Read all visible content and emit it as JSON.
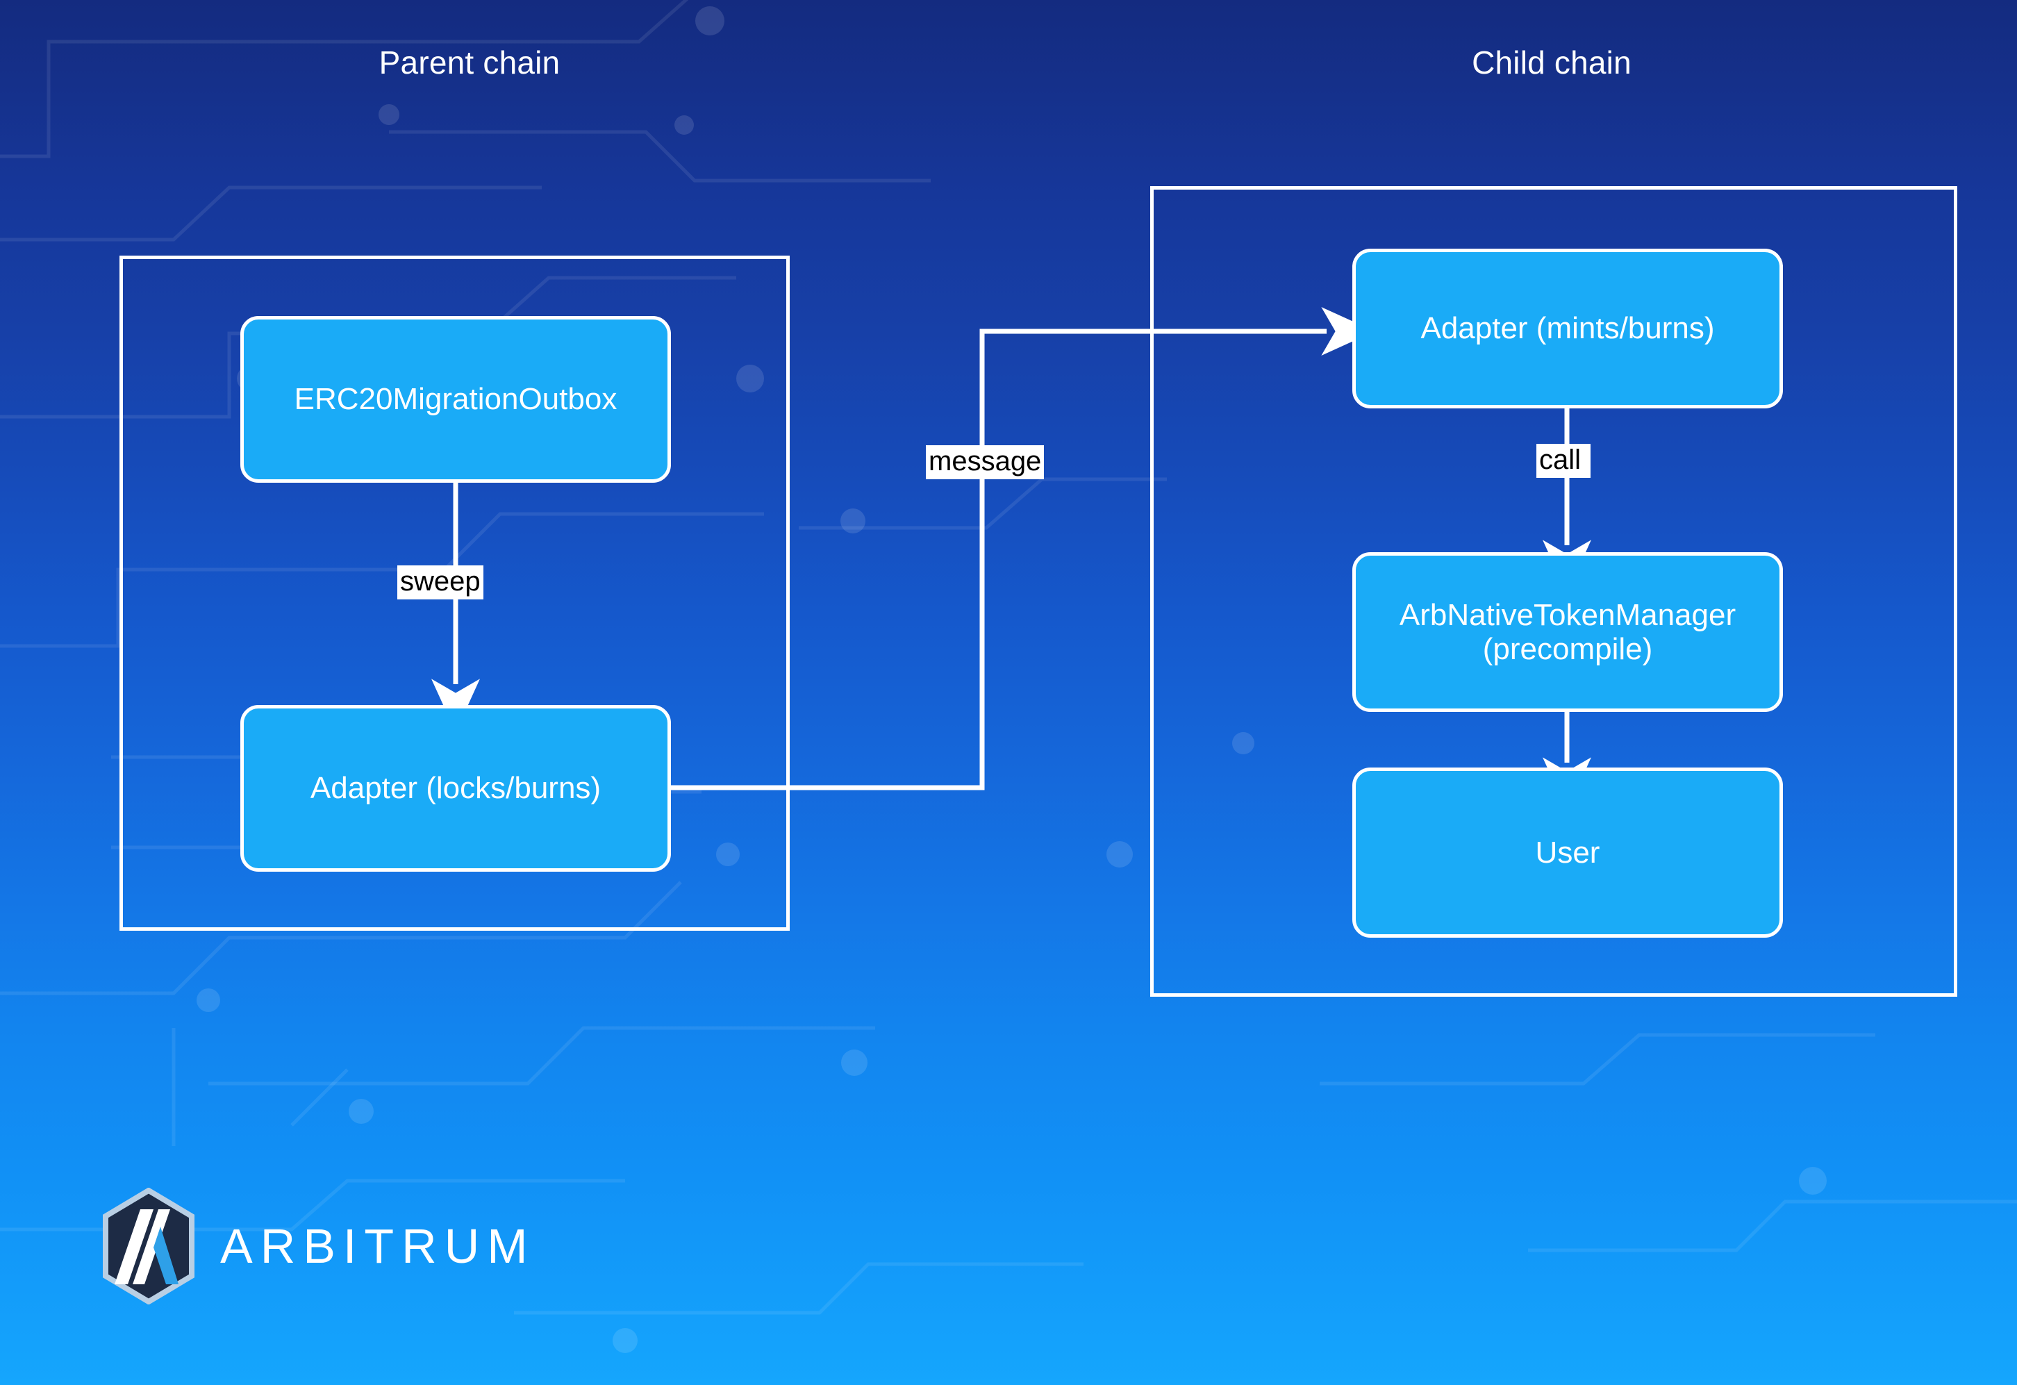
{
  "diagram": {
    "title_parent": "Parent chain",
    "title_child": "Child chain",
    "nodes": {
      "erc20_migration_outbox": "ERC20MigrationOutbox",
      "adapter_locks_burns": "Adapter (locks/burns)",
      "adapter_mints_burns": "Adapter (mints/burns)",
      "arb_native_token_manager_line1": "ArbNativeTokenManager",
      "arb_native_token_manager_line2": "(precompile)",
      "user": "User"
    },
    "edge_labels": {
      "sweep": "sweep",
      "message": "message",
      "call": "call"
    }
  },
  "branding": {
    "wordmark": "ARBITRUM"
  },
  "colors": {
    "node_fill": "#1aabf7",
    "node_border": "#ffffff",
    "container_border": "#ffffff",
    "edge_stroke": "#ffffff",
    "label_bg": "#ffffff",
    "label_text": "#000000",
    "bg_top": "#142b80",
    "bg_bottom": "#15a6fd",
    "logo_hex_fill": "#1d2b45",
    "logo_hex_border": "#b9cfe4",
    "logo_accent": "#2ea0e8"
  },
  "chart_data": {
    "type": "diagram",
    "title": "ERC20 migration across parent and child chain",
    "groups": [
      {
        "id": "parent",
        "label": "Parent chain",
        "members": [
          "ERC20MigrationOutbox",
          "Adapter (locks/burns)"
        ]
      },
      {
        "id": "child",
        "label": "Child chain",
        "members": [
          "Adapter (mints/burns)",
          "ArbNativeTokenManager (precompile)",
          "User"
        ]
      }
    ],
    "edges": [
      {
        "from": "ERC20MigrationOutbox",
        "to": "Adapter (locks/burns)",
        "label": "sweep",
        "direction": "down"
      },
      {
        "from": "Adapter (locks/burns)",
        "to": "Adapter (mints/burns)",
        "label": "message",
        "direction": "cross-chain"
      },
      {
        "from": "Adapter (mints/burns)",
        "to": "ArbNativeTokenManager (precompile)",
        "label": "call",
        "direction": "down"
      },
      {
        "from": "ArbNativeTokenManager (precompile)",
        "to": "User",
        "label": "",
        "direction": "down"
      }
    ]
  }
}
